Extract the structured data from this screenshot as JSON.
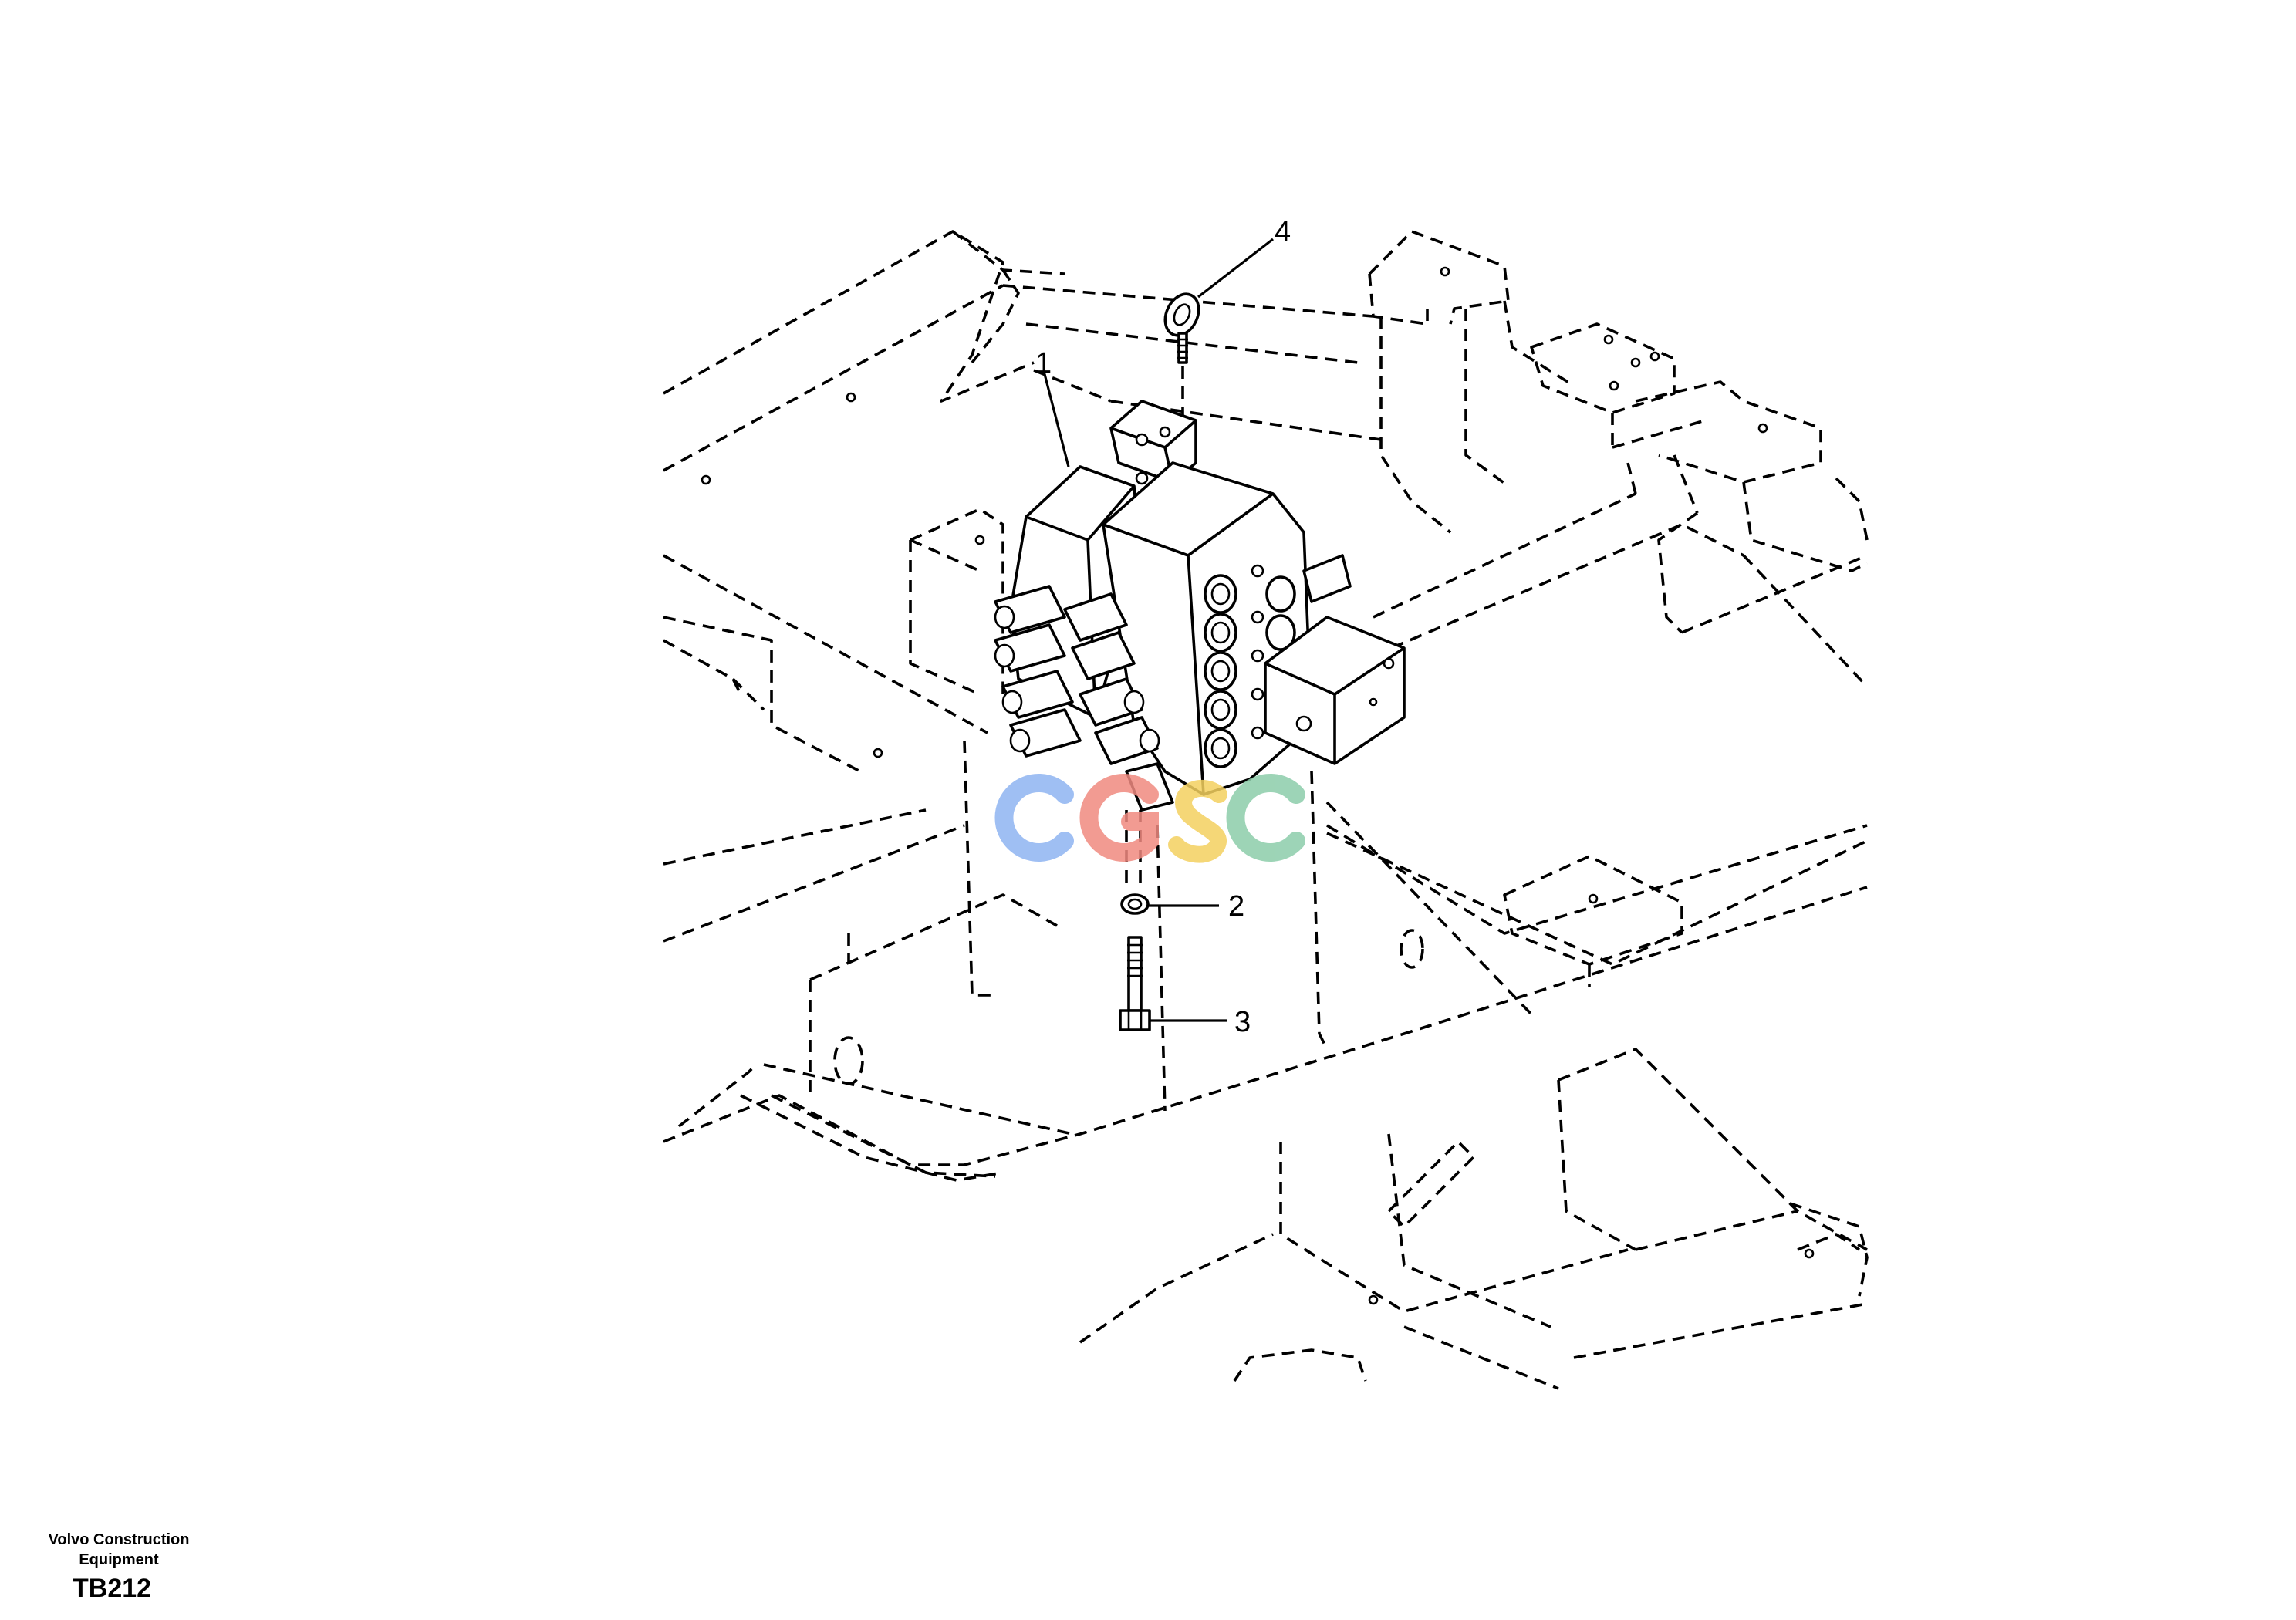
{
  "callouts": [
    {
      "id": "1",
      "label": "1"
    },
    {
      "id": "2",
      "label": "2"
    },
    {
      "id": "3",
      "label": "3"
    },
    {
      "id": "4",
      "label": "4"
    }
  ],
  "footer": {
    "brand_line1": "Volvo Construction",
    "brand_line2": "Equipment",
    "drawing_code": "TB212"
  },
  "watermark": {
    "text": "CGSC",
    "colors": [
      "#8fb4f2",
      "#f08a80",
      "#f4d160",
      "#8ccdaa"
    ]
  }
}
